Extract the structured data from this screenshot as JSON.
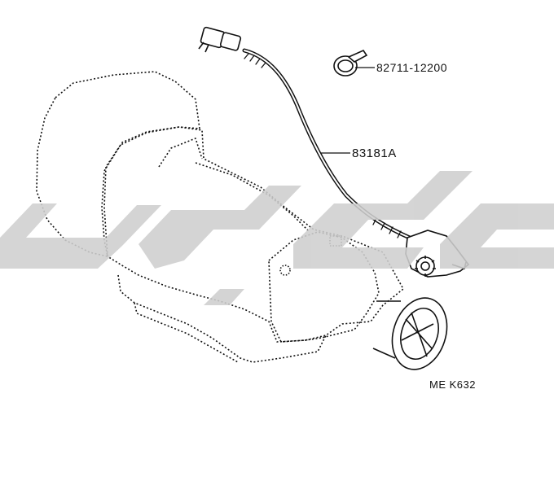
{
  "diagram": {
    "callouts": {
      "clamp_part": "82711-12200",
      "cable_part": "83181A"
    },
    "reference_code": "ME K632",
    "colors": {
      "line": "#111111",
      "watermark": "#cfcfcf"
    }
  }
}
